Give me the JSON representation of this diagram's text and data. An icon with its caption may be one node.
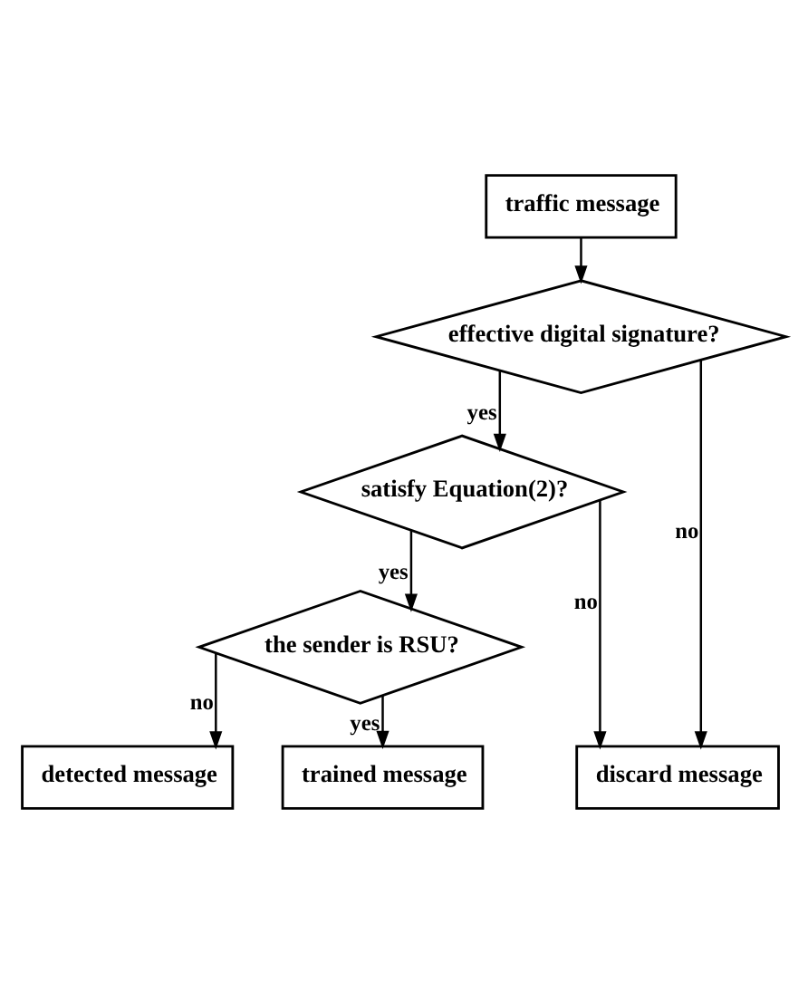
{
  "diagram": {
    "nodes": [
      {
        "text": [
          "traffic message"
        ]
      },
      {
        "text": [
          "effective digital signature?"
        ]
      },
      {
        "text": [
          "satisfy Equation(2)?"
        ]
      },
      {
        "text": [
          "the sender is RSU?"
        ]
      },
      {
        "text": [
          "detected message"
        ]
      },
      {
        "text": [
          "trained message"
        ]
      },
      {
        "text": [
          "discard message"
        ]
      }
    ],
    "edges": [
      {
        "from": 0,
        "to": 1,
        "arrow": "to"
      },
      {
        "from": 1,
        "to": 2,
        "arrow": "to",
        "label": "yes"
      },
      {
        "from": 1,
        "to": 6,
        "arrow": "to",
        "label": "no"
      },
      {
        "from": 2,
        "to": 3,
        "arrow": "to",
        "label": "yes"
      },
      {
        "from": 2,
        "to": 6,
        "arrow": "to",
        "label": "no"
      },
      {
        "from": 3,
        "to": 4,
        "arrow": "to",
        "label": "no"
      },
      {
        "from": 3,
        "to": 5,
        "arrow": "to",
        "label": "yes"
      }
    ]
  }
}
